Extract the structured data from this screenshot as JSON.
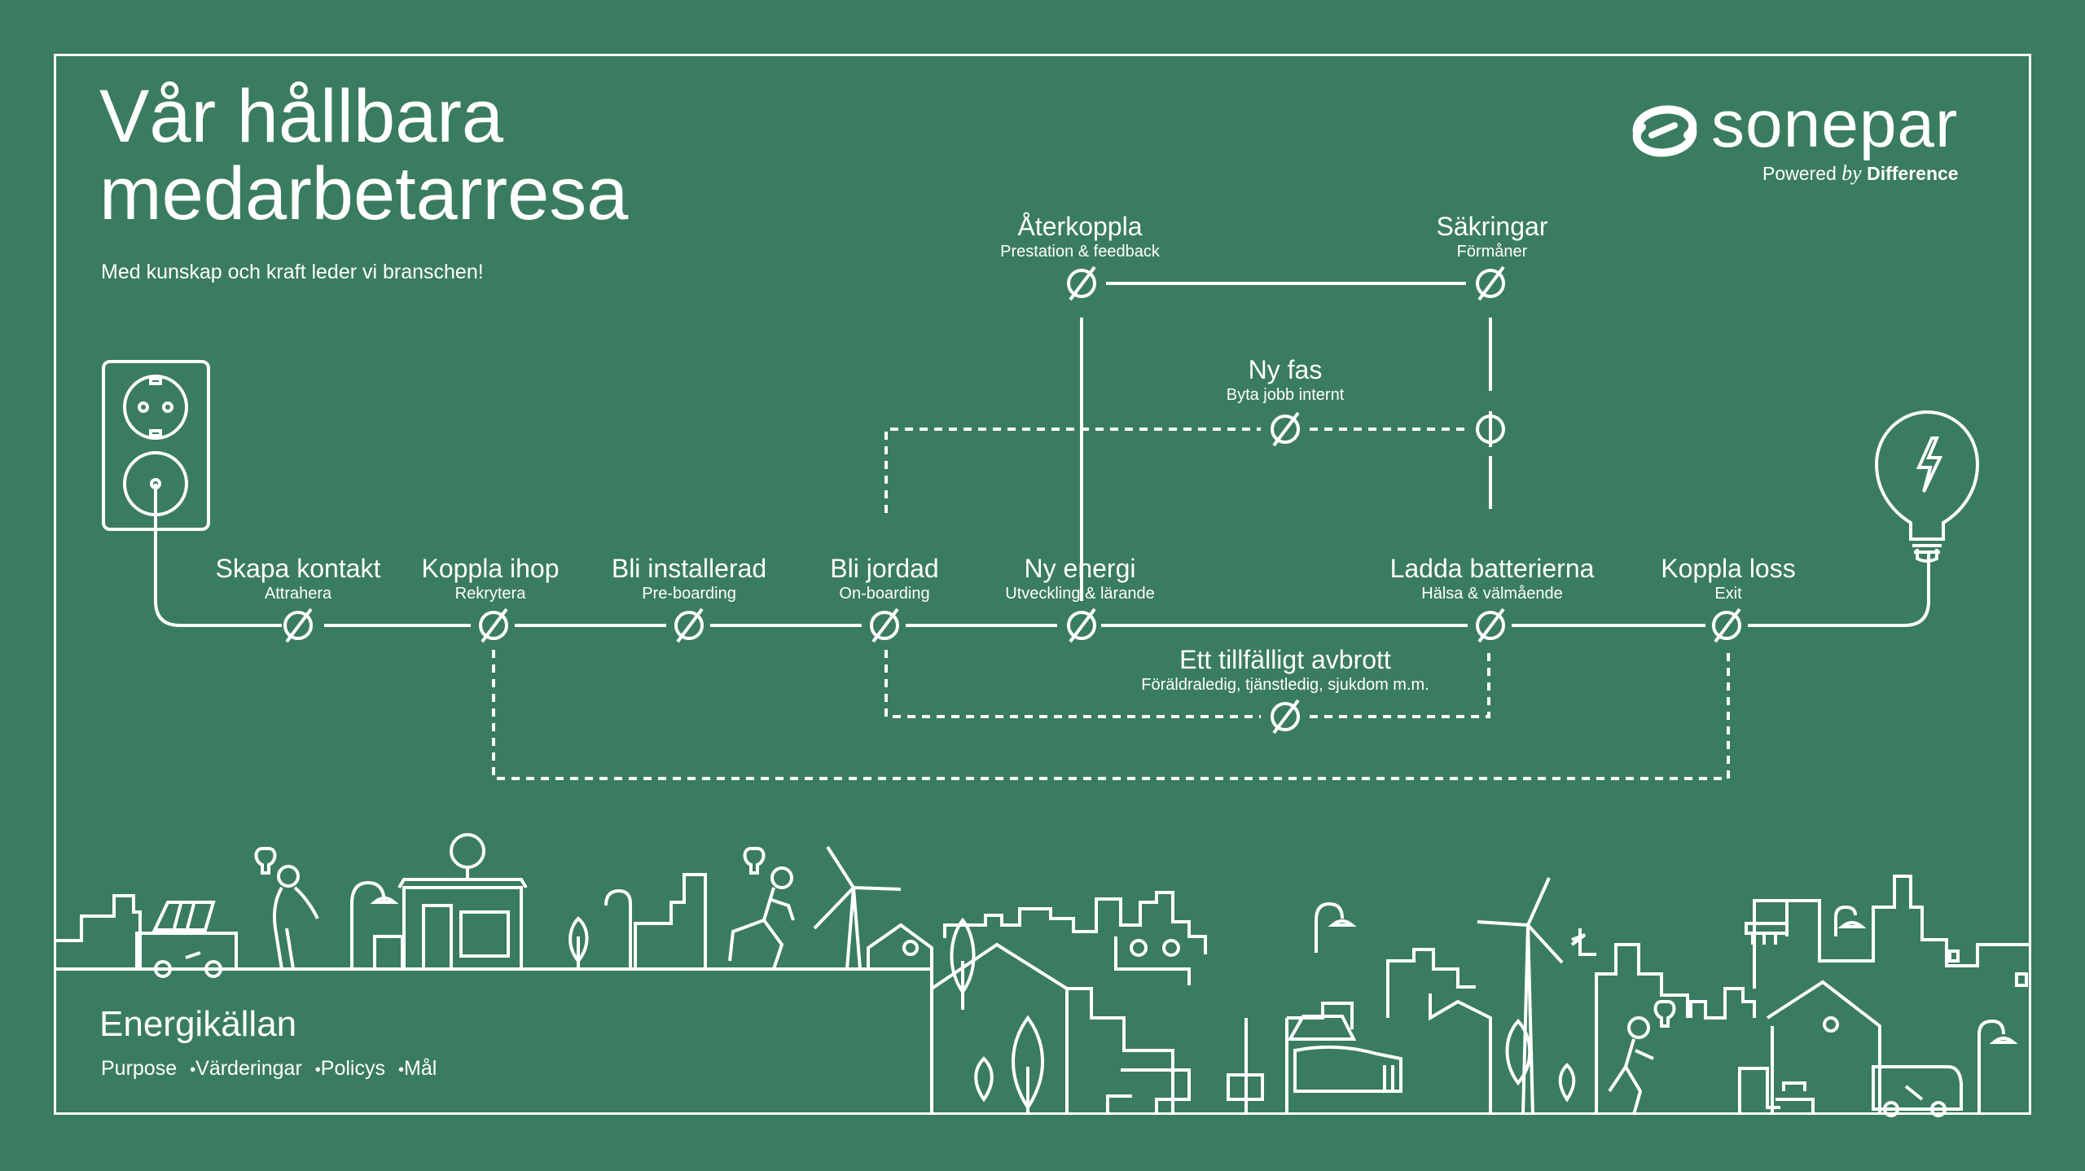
{
  "header": {
    "title_line1": "Vår hållbara",
    "title_line2": "medarbetarresa",
    "subtitle": "Med kunskap och kraft leder vi branschen!"
  },
  "logo": {
    "word": "sonepar",
    "tag_powered": "Powered",
    "tag_by": "by",
    "tag_difference": "Difference"
  },
  "journey": {
    "steps": [
      {
        "title": "Skapa kontakt",
        "sub": "Attrahera"
      },
      {
        "title": "Koppla ihop",
        "sub": "Rekrytera"
      },
      {
        "title": "Bli installerad",
        "sub": "Pre-boarding"
      },
      {
        "title": "Bli jordad",
        "sub": "On-boarding"
      },
      {
        "title": "Ny energi",
        "sub": "Utveckling & lärande"
      },
      {
        "title": "Ladda batterierna",
        "sub": "Hälsa & välmående"
      },
      {
        "title": "Koppla loss",
        "sub": "Exit"
      }
    ],
    "upper": [
      {
        "title": "Återkoppla",
        "sub": "Prestation & feedback"
      },
      {
        "title": "Säkringar",
        "sub": "Förmåner"
      }
    ],
    "new_phase": {
      "title": "Ny fas",
      "sub": "Byta jobb internt"
    },
    "pause": {
      "title": "Ett tillfälligt avbrott",
      "sub": "Föräldraledig, tjänstledig, sjukdom m.m."
    }
  },
  "footer": {
    "title": "Energikällan",
    "links": [
      "Purpose",
      "Värderingar",
      "Policys",
      "Mål"
    ],
    "separator": "•"
  },
  "colors": {
    "background": "#3a7c5f",
    "line": "#ffffff"
  }
}
